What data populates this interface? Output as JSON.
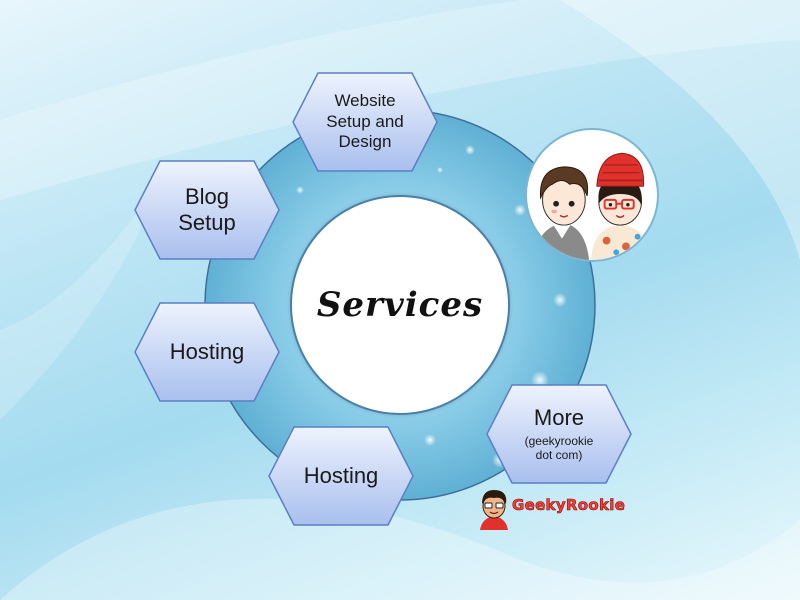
{
  "center": {
    "title": "Services"
  },
  "nodes": [
    {
      "id": "website",
      "lines": [
        "Website",
        "Setup and",
        "Design"
      ]
    },
    {
      "id": "blog",
      "lines": [
        "Blog",
        "Setup"
      ]
    },
    {
      "id": "hosting1",
      "lines": [
        "Hosting"
      ]
    },
    {
      "id": "hosting2",
      "lines": [
        "Hosting"
      ]
    },
    {
      "id": "more",
      "title": "More",
      "lines": [
        "(geekyrookie",
        "dot com)"
      ]
    }
  ],
  "logo": {
    "text": "GeekyRookie"
  },
  "colors": {
    "hex_fill_top": "#e8eefc",
    "hex_fill_bottom": "#a9bfee",
    "hex_stroke": "#5b7fc4",
    "ring_fill": "#7fc6e2",
    "ring_stroke": "#3d6f9a",
    "logo_red": "#ff3b2f"
  }
}
